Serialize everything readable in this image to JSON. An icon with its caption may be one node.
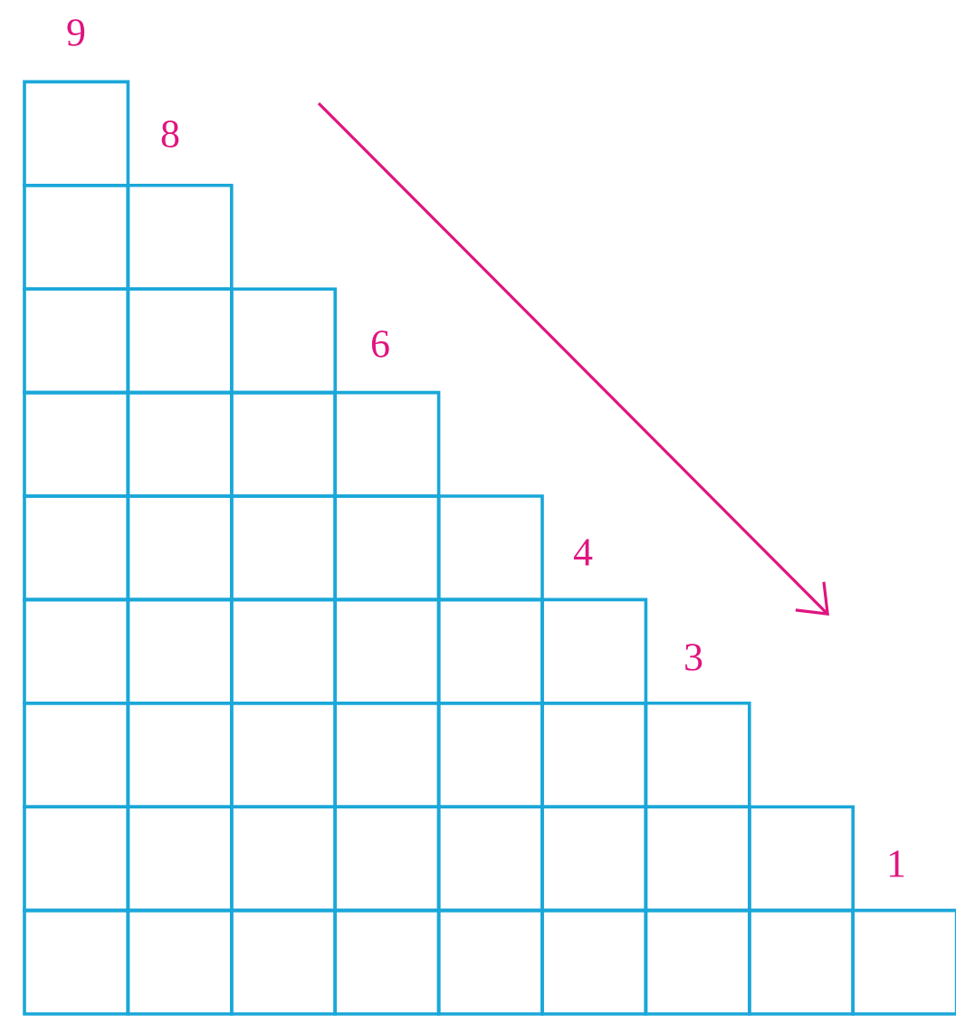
{
  "diagram": {
    "labels": [
      "9",
      "8",
      "6",
      "4",
      "3",
      "1"
    ]
  }
}
